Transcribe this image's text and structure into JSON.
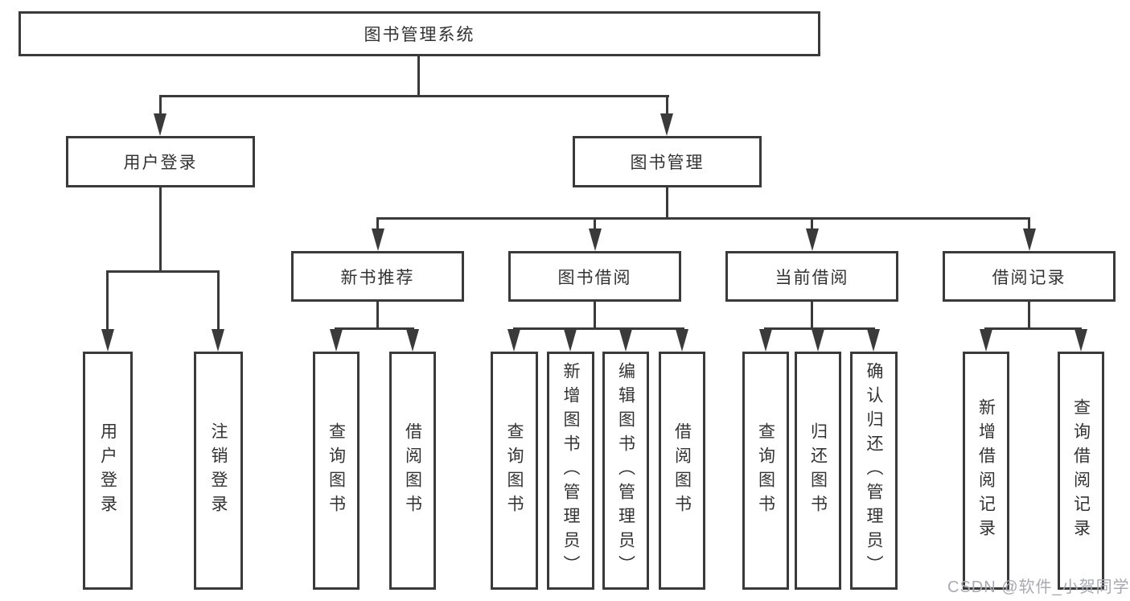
{
  "diagram_type": "hierarchy-tree",
  "tree": {
    "label": "图书管理系统",
    "children": [
      {
        "label": "用户登录",
        "children": [
          {
            "label": "用户登录"
          },
          {
            "label": "注销登录"
          }
        ]
      },
      {
        "label": "图书管理",
        "children": [
          {
            "label": "新书推荐",
            "children": [
              {
                "label": "查询图书"
              },
              {
                "label": "借阅图书"
              }
            ]
          },
          {
            "label": "图书借阅",
            "children": [
              {
                "label": "查询图书"
              },
              {
                "label": "新增图书（管理员）"
              },
              {
                "label": "编辑图书（管理员）"
              },
              {
                "label": "借阅图书"
              }
            ]
          },
          {
            "label": "当前借阅",
            "children": [
              {
                "label": "查询图书"
              },
              {
                "label": "归还图书"
              },
              {
                "label": "确认归还（管理员）"
              }
            ]
          },
          {
            "label": "借阅记录",
            "children": [
              {
                "label": "新增借阅记录"
              },
              {
                "label": "查询借阅记录"
              }
            ]
          }
        ]
      }
    ]
  },
  "watermark": {
    "text": "CSDN @软件_小贺同学"
  },
  "colors": {
    "line": "#3a3a3a",
    "text": "#333333",
    "watermark": "#a9a9b3",
    "background": "#ffffff"
  }
}
